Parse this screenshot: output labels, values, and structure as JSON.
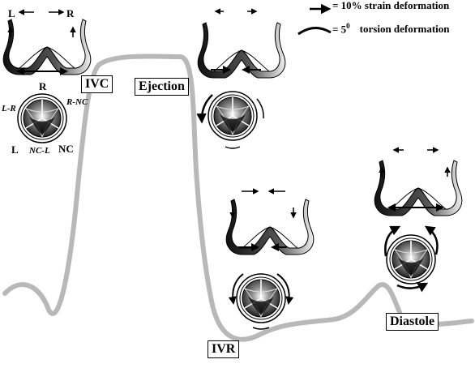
{
  "legend": {
    "strain": "= 10% strain deformation",
    "torsion_prefix": "= 5",
    "torsion_sup": "0",
    "torsion_suffix": "torsion deformation"
  },
  "phases": {
    "ivc": "IVC",
    "ejection": "Ejection",
    "ivr": "IVR",
    "diastole": "Diastole"
  },
  "valve_labels": {
    "top_left": "L",
    "top_right": "R",
    "r": "R",
    "l_r": "L-R",
    "r_nc": "R-NC",
    "l": "L",
    "nc_l": "NC-L",
    "nc": "NC"
  }
}
